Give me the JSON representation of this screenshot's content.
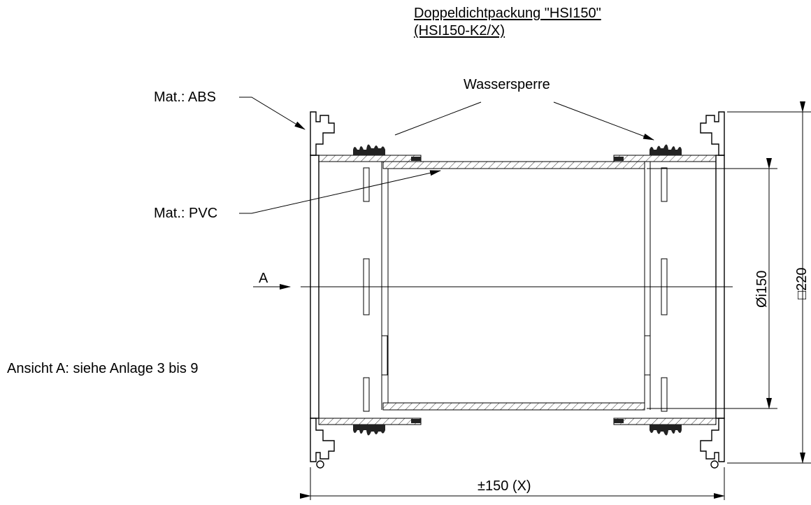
{
  "title": {
    "line1": "Doppeldichtpackung \"HSI150\"",
    "line2": "(HSI150-K2/X)"
  },
  "labels": {
    "mat_abs": "Mat.: ABS",
    "mat_pvc": "Mat.: PVC",
    "wassersperre": "Wassersperre",
    "view_marker": "A",
    "ansicht": "Ansicht A: siehe Anlage 3 bis 9"
  },
  "dimensions": {
    "length": "±150 (X)",
    "inner_diameter": "Øi150",
    "outer_size": "□220"
  }
}
